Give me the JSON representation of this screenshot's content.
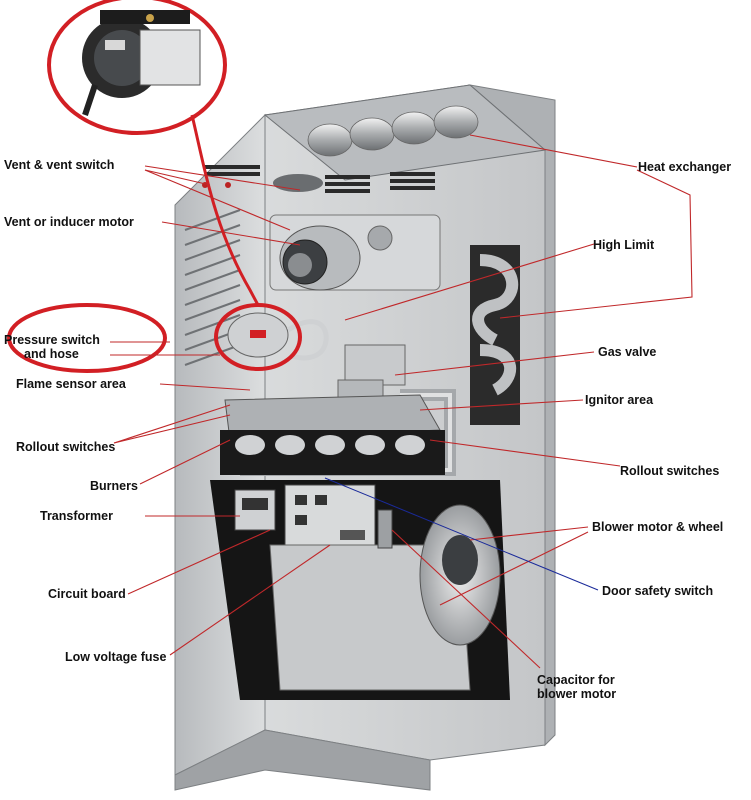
{
  "labels": {
    "vent_switch": "Vent & vent switch",
    "inducer_motor": "Vent or inducer motor",
    "pressure_switch_1": "Pressure switch",
    "pressure_switch_2": "and hose",
    "flame_sensor": "Flame sensor area",
    "rollout_left": "Rollout switches",
    "burners": "Burners",
    "transformer": "Transformer",
    "circuit_board": "Circuit board",
    "low_voltage_fuse": "Low voltage fuse",
    "heat_exchanger": "Heat exchanger",
    "high_limit": "High Limit",
    "gas_valve": "Gas valve",
    "ignitor": "Ignitor area",
    "rollout_right": "Rollout switches",
    "blower_motor": "Blower motor & wheel",
    "door_safety": "Door safety switch",
    "capacitor_1": "Capacitor for",
    "capacitor_2": "blower motor"
  },
  "colors": {
    "leader": "#c0282a",
    "highlight_ring": "#d21f24",
    "door_switch_leader": "#1a2a9a",
    "cabinet": "#c9cbcd",
    "cabinet_dark": "#8e9194",
    "interior": "#1c1c1c"
  }
}
